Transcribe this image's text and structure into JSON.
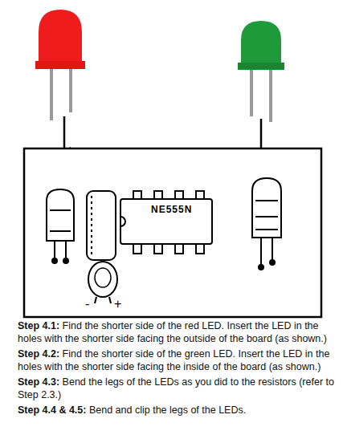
{
  "diagram": {
    "labels": [
      "NE555N",
      "-",
      "+",
      "Step 4.1:",
      "Find the shorter side of the red LED. Insert the LED in the holes with the shorter side facing the outside of the board (as shown.)",
      "Step 4.2:",
      "Find the shorter side of the green LED. Insert the LED in the holes with the shorter side facing the inside of the board (as shown.)",
      "Step 4.3:",
      "Bend the legs of the LEDs as you did to the resistors (refer to Step 2.3.)",
      "Step 4.4 & 4.5:",
      "Bend and clip the legs of the LEDs."
    ]
  }
}
